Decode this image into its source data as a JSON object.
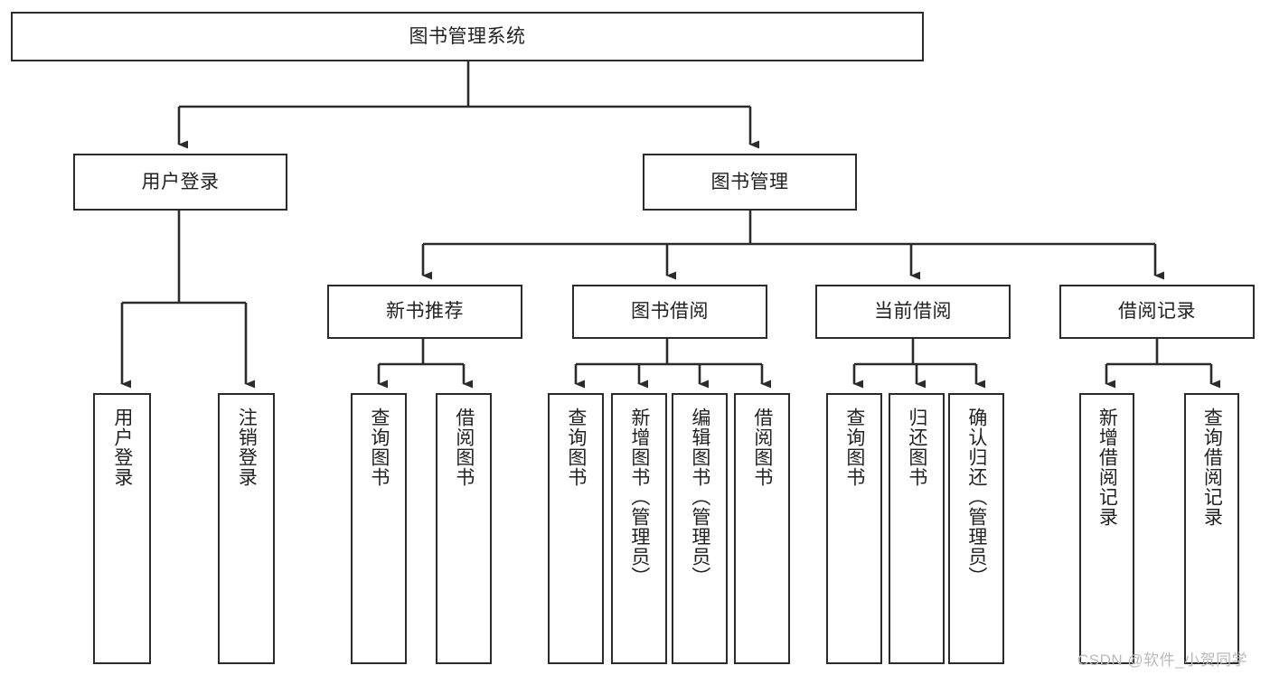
{
  "diagram": {
    "title": "图书管理系统",
    "type": "tree-hierarchy-chart",
    "root": {
      "label": "图书管理系统"
    },
    "level2": [
      {
        "label": "用户登录"
      },
      {
        "label": "图书管理"
      }
    ],
    "level3": [
      {
        "label": "新书推荐"
      },
      {
        "label": "图书借阅"
      },
      {
        "label": "当前借阅"
      },
      {
        "label": "借阅记录"
      }
    ],
    "leaves": [
      {
        "label": "用户登录"
      },
      {
        "label": "注销登录"
      },
      {
        "label": "查询图书"
      },
      {
        "label": "借阅图书"
      },
      {
        "label": "查询图书"
      },
      {
        "label": "新增图书（管理员）"
      },
      {
        "label": "编辑图书（管理员）"
      },
      {
        "label": "借阅图书"
      },
      {
        "label": "查询图书"
      },
      {
        "label": "归还图书"
      },
      {
        "label": "确认归还（管理员）"
      },
      {
        "label": "新增借阅记录"
      },
      {
        "label": "查询借阅记录"
      }
    ],
    "colors": {
      "stroke": "#2b2b2b",
      "fill": "#ffffff",
      "text": "#222222",
      "watermark": "#b9b9b9"
    }
  },
  "watermark": {
    "text": "CSDN @软件_小贺同学"
  }
}
